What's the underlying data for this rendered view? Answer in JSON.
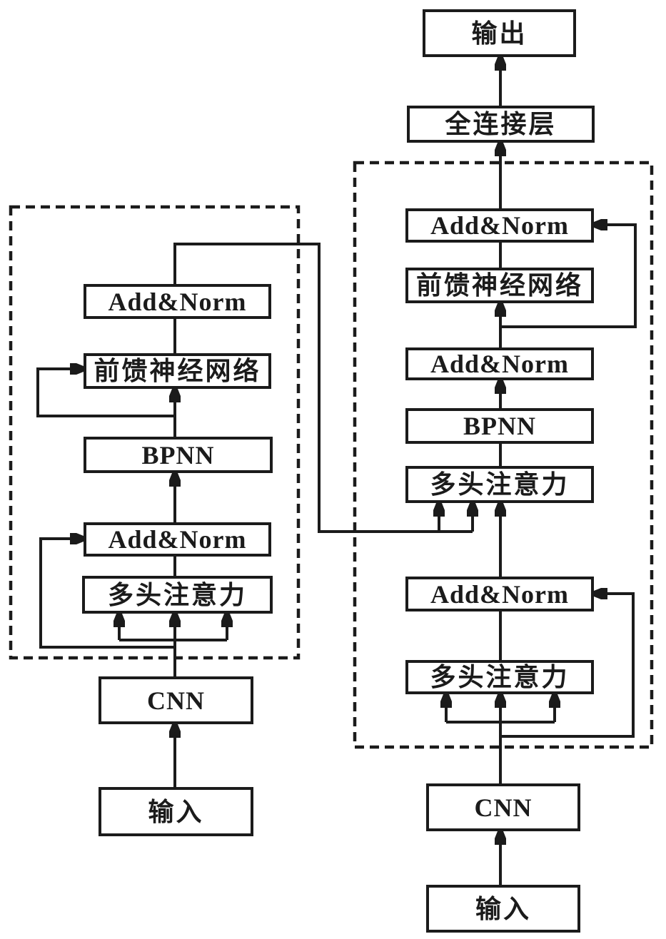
{
  "figure": {
    "type": "neural-network-architecture-diagram",
    "description": "Encoder-decoder architecture with CNN front-ends, BPNN blocks, multi-head attention, feed-forward layers and Add&Norm residual blocks"
  },
  "colors": {
    "ink": "#1b1b1b",
    "background": "#ffffff"
  },
  "blocks": {
    "encoder": {
      "input": "输入",
      "cnn": "CNN",
      "multi_head_attention": "多头注意力",
      "add_norm_1": "Add&Norm",
      "bpnn": "BPNN",
      "feed_forward": "前馈神经网络",
      "add_norm_2": "Add&Norm"
    },
    "decoder": {
      "input": "输入",
      "cnn": "CNN",
      "multi_head_attention_1": "多头注意力",
      "add_norm_1": "Add&Norm",
      "multi_head_attention_2": "多头注意力",
      "bpnn": "BPNN",
      "add_norm_2": "Add&Norm",
      "feed_forward": "前馈神经网络",
      "add_norm_3": "Add&Norm",
      "fully_connected": "全连接层",
      "output": "输出"
    }
  },
  "edges": [
    {
      "from": "encoder.input",
      "to": "encoder.cnn",
      "arrow": true
    },
    {
      "from": "encoder.cnn",
      "to": "encoder.multi_head_attention",
      "arrow": true,
      "note": "three parallel arrows into attention"
    },
    {
      "from": "encoder.cnn",
      "to": "encoder.add_norm_1",
      "arrow": true,
      "note": "residual loop entering left side"
    },
    {
      "from": "encoder.multi_head_attention",
      "to": "encoder.add_norm_1",
      "arrow": false
    },
    {
      "from": "encoder.add_norm_1",
      "to": "encoder.bpnn",
      "arrow": true
    },
    {
      "from": "encoder.bpnn",
      "to": "encoder.feed_forward",
      "arrow": true
    },
    {
      "from": "encoder.bpnn",
      "to": "encoder.feed_forward",
      "arrow": true,
      "note": "residual loop entering left side"
    },
    {
      "from": "encoder.feed_forward",
      "to": "encoder.add_norm_2",
      "arrow": false
    },
    {
      "from": "encoder.add_norm_2",
      "to": "decoder.multi_head_attention_2",
      "arrow": true,
      "note": "two parallel arrows into attention bottom"
    },
    {
      "from": "decoder.input",
      "to": "decoder.cnn",
      "arrow": true
    },
    {
      "from": "decoder.cnn",
      "to": "decoder.multi_head_attention_1",
      "arrow": true,
      "note": "three parallel arrows into attention"
    },
    {
      "from": "decoder.cnn",
      "to": "decoder.add_norm_1",
      "arrow": true,
      "note": "residual loop entering right side"
    },
    {
      "from": "decoder.multi_head_attention_1",
      "to": "decoder.add_norm_1",
      "arrow": false
    },
    {
      "from": "decoder.add_norm_1",
      "to": "decoder.multi_head_attention_2",
      "arrow": true
    },
    {
      "from": "decoder.multi_head_attention_2",
      "to": "decoder.bpnn",
      "arrow": false
    },
    {
      "from": "decoder.bpnn",
      "to": "decoder.add_norm_2",
      "arrow": true
    },
    {
      "from": "decoder.add_norm_2",
      "to": "decoder.feed_forward",
      "arrow": true
    },
    {
      "from": "decoder.add_norm_2",
      "to": "decoder.add_norm_3",
      "arrow": true,
      "note": "residual loop entering right side"
    },
    {
      "from": "decoder.feed_forward",
      "to": "decoder.add_norm_3",
      "arrow": false
    },
    {
      "from": "decoder.add_norm_3",
      "to": "decoder.fully_connected",
      "arrow": true
    },
    {
      "from": "decoder.fully_connected",
      "to": "decoder.output",
      "arrow": true
    }
  ]
}
